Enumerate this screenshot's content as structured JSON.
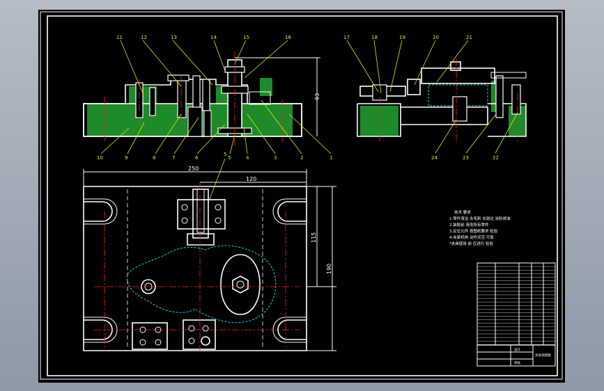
{
  "drawing": {
    "part_numbers_front": [
      "11",
      "12",
      "13",
      "14",
      "15",
      "16"
    ],
    "part_numbers_front_bottom": [
      "10",
      "9",
      "8",
      "7",
      "6",
      "5",
      "4",
      "3",
      "2",
      "1"
    ],
    "part_numbers_side": [
      "17",
      "18",
      "19",
      "20",
      "21"
    ],
    "part_numbers_side_bottom": [
      "24",
      "23",
      "22"
    ],
    "callout_5": "5",
    "dimensions": {
      "height": "93",
      "length": "250",
      "half_length": "120",
      "depth1": "115",
      "depth2": "190"
    },
    "tech_notes": {
      "title": "技术 要求",
      "lines": [
        "1.零件清洁 去毛刺 去锐边 涂防锈油",
        "2.装配前 清洗所有零件",
        "3.定位元件 按图纸要求 检验",
        "4.夹紧机构 动作灵活 可靠",
        "*夹具使用 前 应进行 检验"
      ]
    },
    "title_block": {
      "title": "夹具装配图",
      "label_a": "设计",
      "label_b": "审核"
    }
  }
}
